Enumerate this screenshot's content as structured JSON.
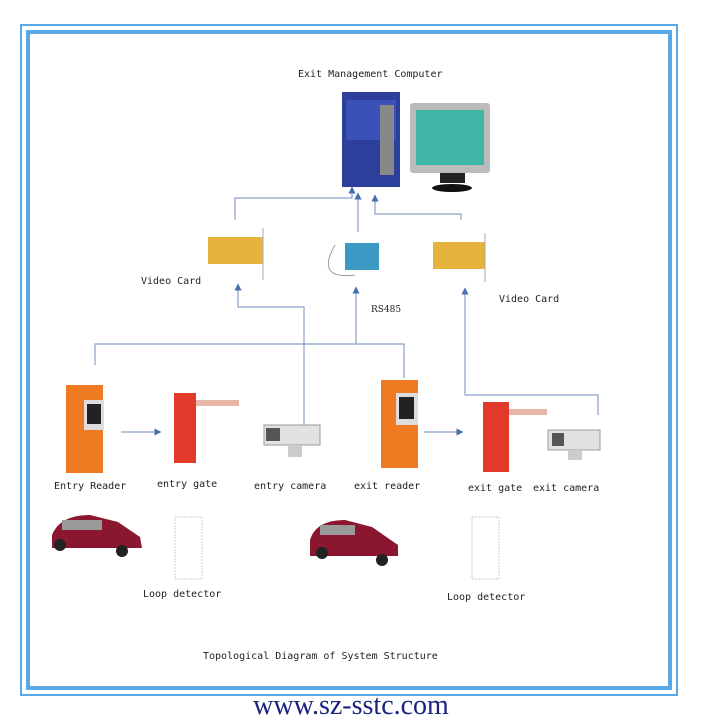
{
  "title": "Exit Management Computer",
  "labels": {
    "video_card_left": "Video Card",
    "video_card_right": "Video Card",
    "rs485": "RS485",
    "entry_reader": "Entry Reader",
    "entry_gate": "entry gate",
    "entry_camera": "entry camera",
    "exit_reader": "exit reader",
    "exit_gate": "exit gate",
    "exit_camera": "exit camera",
    "loop_left": "Loop detector",
    "loop_right": "Loop detector"
  },
  "caption": "Topological Diagram of System Structure",
  "footer": "www.sz-sstc.com",
  "colors": {
    "frame": "#5aa9e6",
    "lines": "#6a86b8",
    "footer": "#1a237e"
  }
}
